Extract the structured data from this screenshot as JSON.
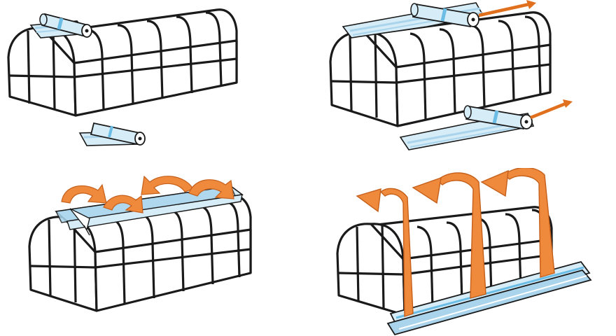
{
  "colors": {
    "outline": "#1a1a1a",
    "greenhouse_fill": "#ffffff",
    "film_light": "#d6ecf7",
    "film_mid": "#a9d4ec",
    "film_stripe": "#6bbde6",
    "arrow_orange": "#ef8a3d",
    "arrow_dark": "#e0701e"
  },
  "steps": [
    {
      "icon": "greenhouse-with-film-roll-on-top"
    },
    {
      "icon": "film-rolls-being-pulled"
    },
    {
      "icon": "film-folded-over-ridge"
    },
    {
      "icon": "film-unfolded-over-greenhouse"
    }
  ]
}
